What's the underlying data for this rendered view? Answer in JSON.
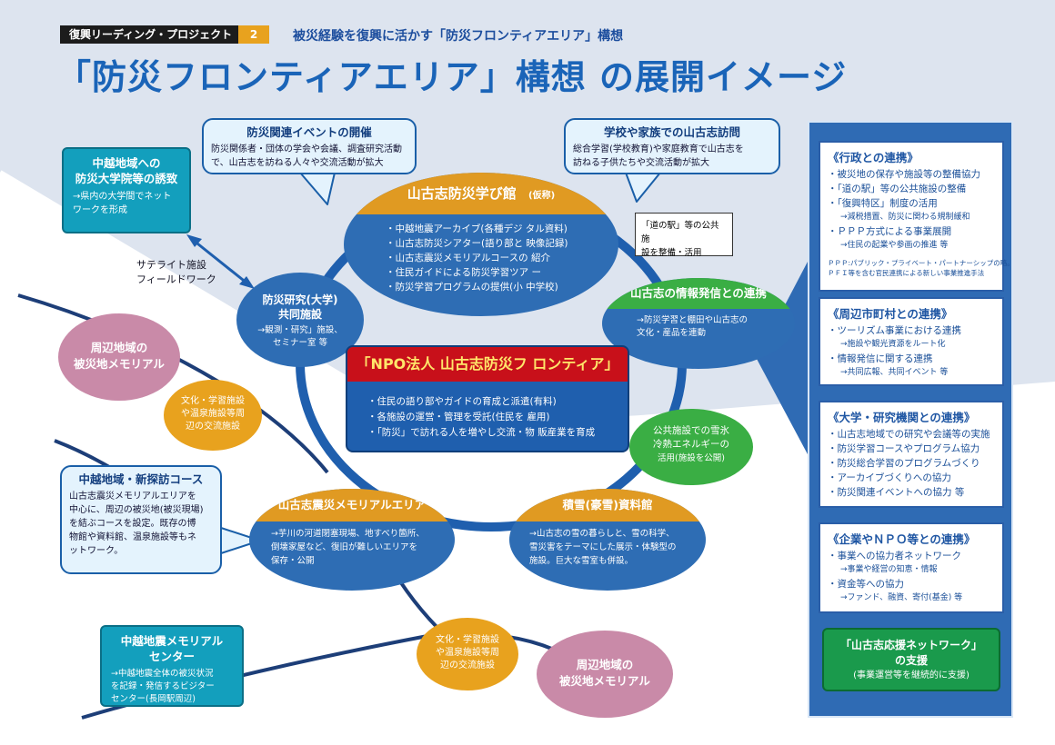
{
  "header": {
    "tag": "復興リーディング・プロジェクト",
    "tag_number": "2",
    "subtitle": "被災経験を復興に活かす「防災フロンティアエリア」構想",
    "title": "「防災フロンティアエリア」構想 の展開イメージ"
  },
  "colors": {
    "title_blue": "#1a64b8",
    "panel_blue": "#2f6bb4",
    "teal": "#139fbd",
    "green": "#3aae44",
    "orange": "#e8a21e",
    "pink": "#c98aa8",
    "red": "#c8101a"
  },
  "callouts": {
    "event": {
      "title": "防災関連イベントの開催",
      "line1": "防災関係者・団体の学会や会議、調査研究活動",
      "line2": "で、山古志を訪ねる人々や交流活動が拡大"
    },
    "school": {
      "title": "学校や家族での山古志訪問",
      "line1": "総合学習(学校教育)や家庭教育で山古志を",
      "line2": "訪ねる子供たちや交流活動が拡大"
    },
    "course": {
      "title": "中越地域・新探訪コース",
      "line1": "山古志震災メモリアルエリアを",
      "line2": "中心に、周辺の被災地(被災現場)",
      "line3": "を結ぶコースを設定。既存の博",
      "line4": "物館や資料館、温泉施設等もネ",
      "line5": "ットワーク。"
    }
  },
  "teal_boxes": {
    "university": {
      "title1": "中越地域への",
      "title2": "防災大学院等の誘致",
      "line1": "→県内の大学間でネット",
      "line2": "ワークを形成"
    },
    "memorial_center": {
      "title1": "中越地震メモリアル",
      "title2": "センター",
      "line1": "→中越地震全体の被災状況",
      "line2": "を記録・発信するビジター",
      "line3": "センター(長岡駅周辺)"
    }
  },
  "satellite": {
    "line1": "サテライト施設",
    "line2": "フィールドワーク"
  },
  "michinoeki": {
    "line1": "「道の駅」等の公共施",
    "line2": "設を整備・活用"
  },
  "learning_hall": {
    "title": "山古志防災学び館",
    "tag": "(仮称)",
    "items": [
      "・中越地震アーカイブ(各種デジ タル資料)",
      "・山古志防災シアター(語り部と 映像記録)",
      "・山古志震災メモリアルコースの 紹介",
      "・住民ガイドによる防災学習ツア ー",
      "・防災学習プログラムの提供(小 中学校)"
    ]
  },
  "research": {
    "title1": "防災研究(大学)",
    "title2": "共同施設",
    "line1": "→観測・研究」施設、",
    "line2": "セミナー室 等"
  },
  "info": {
    "title": "山古志の情報発信との連携",
    "line1": "→防災学習と棚田や山古志の",
    "line2": "文化・産品を連動"
  },
  "snow_energy": {
    "line1": "公共施設での雪氷",
    "line2": "冷熱エネルギーの",
    "line3": "活用(施設を公開)"
  },
  "npo": {
    "title": "「NPO法人 山古志防災フ ロンティア」",
    "items": [
      "・住民の語り部やガイドの育成と派遣(有料)",
      "・各施設の運営・管理を受託(住民を 雇用)",
      "・「防災」で訪れる人を増やし交流・物 販産業を育成"
    ]
  },
  "memorial_area": {
    "title": "山古志震災メモリアルエリア",
    "line1": "→芋川の河道閉塞現場、地すべり箇所、",
    "line2": "倒壊家屋など、復旧が難しいエリアを",
    "line3": "保存・公開"
  },
  "snow_museum": {
    "title": "積雪(豪雪)資料館",
    "line1": "→山古志の雪の暮らしと、雪の科学、",
    "line2": "雪災害をテーマにした展示・体験型の",
    "line3": "施設。巨大な雪室も併設。"
  },
  "pink": {
    "top": {
      "line1": "周辺地域の",
      "line2": "被災地メモリアル"
    },
    "bottom": {
      "line1": "周辺地域の",
      "line2": "被災地メモリアル"
    }
  },
  "orange": {
    "top": {
      "line1": "文化・学習施設",
      "line2": "や温泉施設等周",
      "line3": "辺の交流施設"
    },
    "bottom": {
      "line1": "文化・学習施設",
      "line2": "や温泉施設等周",
      "line3": "辺の交流施設"
    }
  },
  "sidebar": {
    "gov": {
      "title": "《行政との連携》",
      "i1": "・被災地の保存や施設等の整備協力",
      "i2": "・「道の駅」等の公共施設の整備",
      "i3": "・「復興特区」制度の活用",
      "s1": "→減税措置、防災に関わる規制緩和",
      "i4": "・ＰＰＰ方式による事業展開",
      "s2": "→住民の起業や参画の推進 等",
      "n1": "ＰＰＰ:パブリック・プライベート・パートナーシップの略。",
      "n2": "ＰＦＩ等を含む官民連携による新しい事業推進手法"
    },
    "towns": {
      "title": "《周辺市町村との連携》",
      "i1": "・ツーリズム事業における連携",
      "s1": "→施設や観光資源をルート化",
      "i2": "・情報発信に関する連携",
      "s2": "→共同広報、共同イベント 等"
    },
    "univ": {
      "title": "《大学・研究機関との連携》",
      "i1": "・山古志地域での研究や会議等の実施",
      "i2": "・防災学習コースやプログラム協力",
      "i3": "・防災総合学習のプログラムづくり",
      "i4": "・アーカイブづくりへの協力",
      "i5": "・防災関連イベントへの協力 等"
    },
    "corp": {
      "title": "《企業やＮＰＯ等との連携》",
      "i1": "・事業への協力者ネットワーク",
      "s1": "→事業や経営の知恵・情報",
      "i2": "・資金等への協力",
      "s2": "→ファンド、融資、寄付(基金) 等"
    },
    "network": {
      "line1": "「山古志応援ネットワーク」",
      "line2": "の支援",
      "line3": "(事業運営等を継続的に支援)"
    }
  }
}
